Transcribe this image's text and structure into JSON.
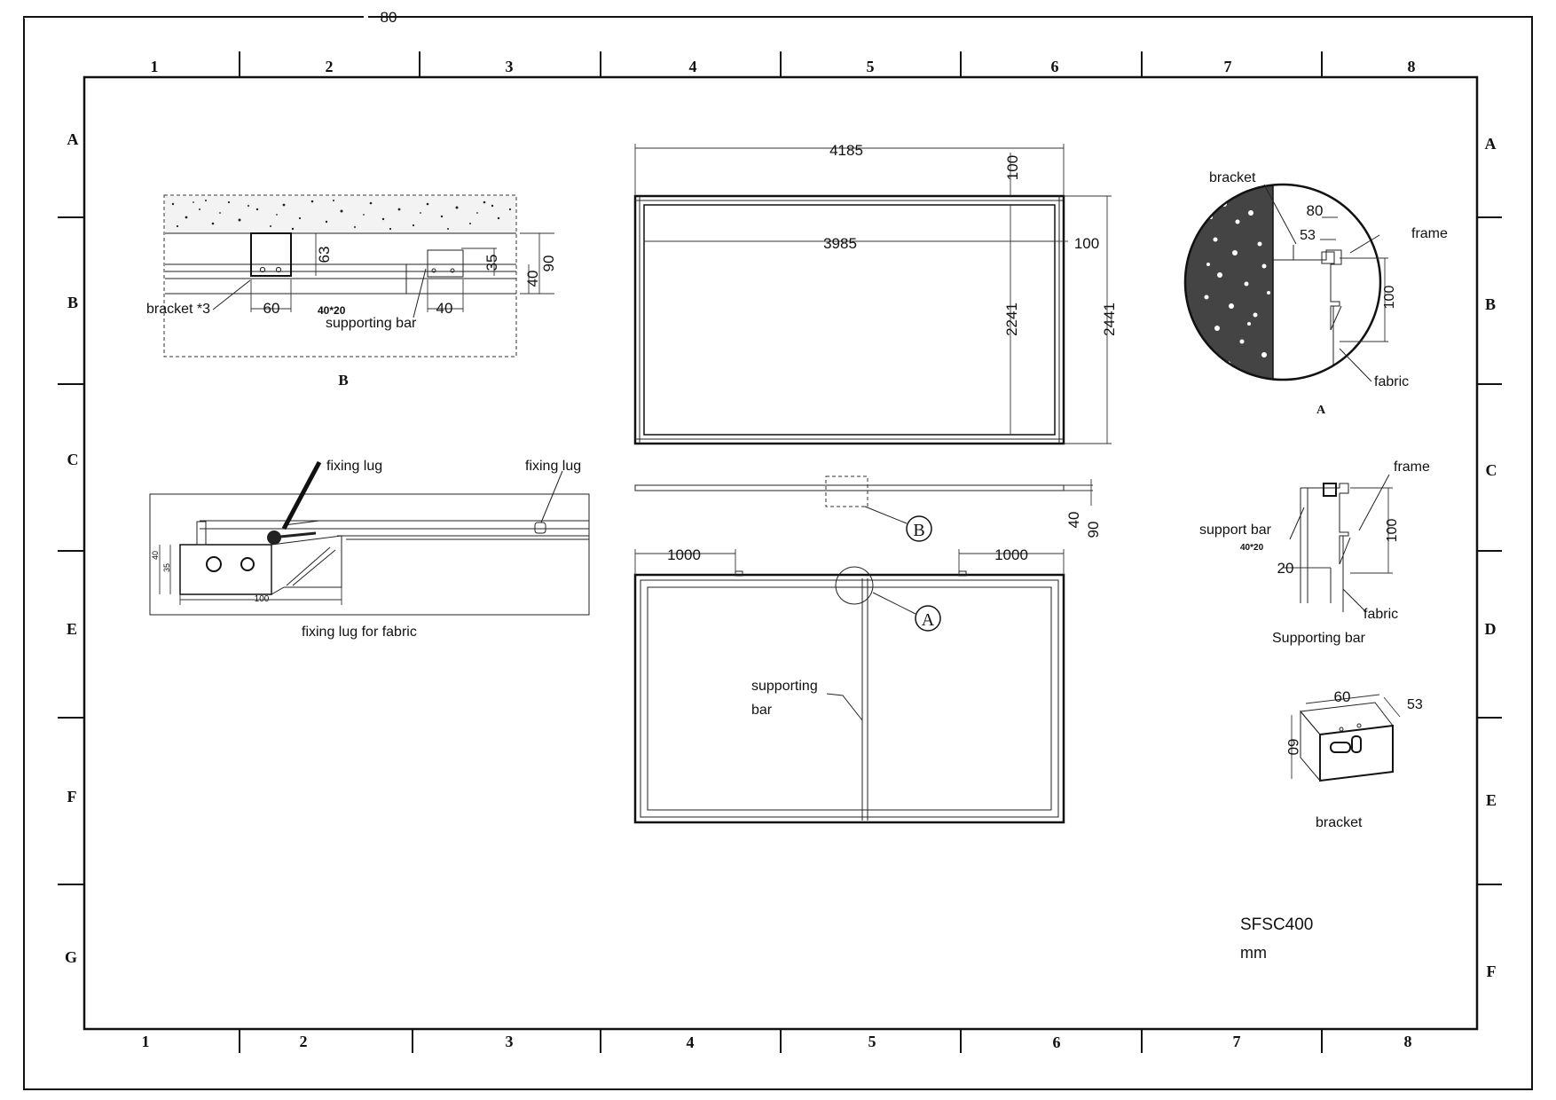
{
  "title_block": {
    "model": "SFSC400",
    "unit": "mm"
  },
  "border": {
    "top_margin_label": "80",
    "columns_top": [
      "1",
      "2",
      "3",
      "4",
      "5",
      "6",
      "7",
      "8"
    ],
    "columns_bottom": [
      "1",
      "2",
      "3",
      "4",
      "5",
      "6",
      "7",
      "8"
    ],
    "rows_left": [
      "A",
      "B",
      "C",
      "E",
      "F",
      "G"
    ],
    "rows_right": [
      "A",
      "B",
      "C",
      "D",
      "E",
      "F"
    ]
  },
  "detail_b": {
    "caption": "B",
    "bracket_label": "bracket *3",
    "bar_size": "40*20",
    "supporting_bar_label": "supporting bar",
    "dims": {
      "d63": "63",
      "d35": "35",
      "d40": "40",
      "d90": "90",
      "d60": "60",
      "d40b": "40"
    }
  },
  "fixing_lug_detail": {
    "caption": "fixing lug for fabric",
    "label_left": "fixing lug",
    "label_right": "fixing lug",
    "dims": {
      "d40": "40",
      "d35": "35",
      "d100": "100"
    }
  },
  "front_view": {
    "dims": {
      "outer_width": "4185",
      "inner_width": "3985",
      "side": "100",
      "top": "100",
      "inner_height": "2241",
      "outer_height": "2441"
    }
  },
  "side_view": {
    "callout": "B",
    "dims": {
      "d40": "40",
      "d90": "90"
    }
  },
  "back_view": {
    "callout": "A",
    "supporting_label_1": "supporting",
    "supporting_label_2": "bar",
    "dims": {
      "left": "1000",
      "right": "1000"
    }
  },
  "detail_a": {
    "caption": "A",
    "bracket": "bracket",
    "frame": "frame",
    "fabric": "fabric",
    "dims": {
      "d80": "80",
      "d53": "53",
      "d100": "100"
    }
  },
  "supporting_bar_detail": {
    "caption": "Supporting bar",
    "frame": "frame",
    "support_bar": "support bar",
    "bar_size": "40*20",
    "fabric": "fabric",
    "dims": {
      "d20": "20",
      "d100": "100"
    }
  },
  "bracket_detail": {
    "caption": "bracket",
    "dims": {
      "d60": "60",
      "d53": "53",
      "d60v": "60"
    }
  }
}
